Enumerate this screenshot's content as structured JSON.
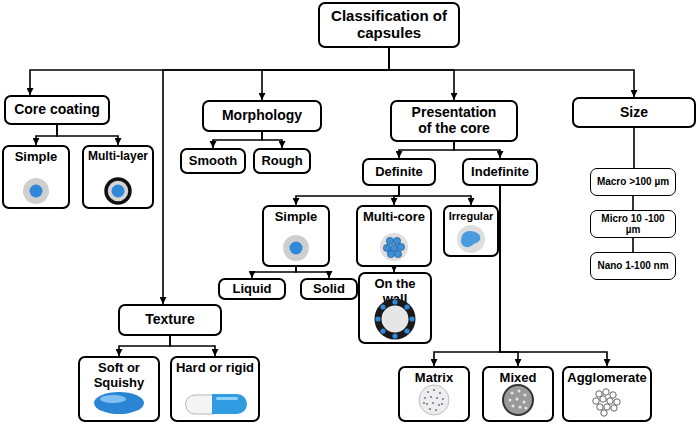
{
  "diagram": {
    "nodes": [
      {
        "text": [
          "Classification of capsules"
        ]
      },
      {
        "text": [
          "Core coating"
        ]
      },
      {
        "text": [
          "Morphology"
        ]
      },
      {
        "text": [
          "Presentation of the core"
        ]
      },
      {
        "text": [
          "Size"
        ]
      },
      {
        "text": [
          "Simple"
        ]
      },
      {
        "text": [
          "Multi-layer"
        ]
      },
      {
        "text": [
          "Smooth"
        ]
      },
      {
        "text": [
          "Rough"
        ]
      },
      {
        "text": [
          "Definite"
        ]
      },
      {
        "text": [
          "Indefinite"
        ]
      },
      {
        "text": [
          "Macro >100 µm"
        ]
      },
      {
        "text": [
          "Micro 10 -100 µm"
        ]
      },
      {
        "text": [
          "Nano 1-100 nm"
        ]
      },
      {
        "text": [
          "Simple"
        ]
      },
      {
        "text": [
          "Multi-core"
        ]
      },
      {
        "text": [
          "Irregular"
        ]
      },
      {
        "text": [
          "Liquid"
        ]
      },
      {
        "text": [
          "Solid"
        ]
      },
      {
        "text": [
          "On the wall"
        ]
      },
      {
        "text": [
          "Texture"
        ]
      },
      {
        "text": [
          "Soft or Squishy"
        ]
      },
      {
        "text": [
          "Hard or rigid"
        ]
      },
      {
        "text": [
          "Matrix"
        ]
      },
      {
        "text": [
          "Mixed"
        ]
      },
      {
        "text": [
          "Agglomerate"
        ]
      }
    ],
    "edges": [
      {
        "from": 0,
        "to": 1,
        "arrow": "to"
      },
      {
        "from": 0,
        "to": 2,
        "arrow": "to"
      },
      {
        "from": 0,
        "to": 3,
        "arrow": "to"
      },
      {
        "from": 0,
        "to": 4,
        "arrow": "to"
      },
      {
        "from": 0,
        "to": 20,
        "arrow": "to"
      },
      {
        "from": 1,
        "to": 5,
        "arrow": "to"
      },
      {
        "from": 1,
        "to": 6,
        "arrow": "to"
      },
      {
        "from": 2,
        "to": 7,
        "arrow": "to"
      },
      {
        "from": 2,
        "to": 8,
        "arrow": "to"
      },
      {
        "from": 3,
        "to": 9,
        "arrow": "to"
      },
      {
        "from": 3,
        "to": 10,
        "arrow": "to"
      },
      {
        "from": 4,
        "to": 11,
        "arrow": "none"
      },
      {
        "from": 11,
        "to": 12,
        "arrow": "none"
      },
      {
        "from": 12,
        "to": 13,
        "arrow": "none"
      },
      {
        "from": 9,
        "to": 14,
        "arrow": "to"
      },
      {
        "from": 9,
        "to": 15,
        "arrow": "to"
      },
      {
        "from": 9,
        "to": 16,
        "arrow": "to"
      },
      {
        "from": 14,
        "to": 17,
        "arrow": "to"
      },
      {
        "from": 14,
        "to": 18,
        "arrow": "to"
      },
      {
        "from": 15,
        "to": 19,
        "arrow": "to"
      },
      {
        "from": 10,
        "to": 23,
        "arrow": "to"
      },
      {
        "from": 10,
        "to": 24,
        "arrow": "to"
      },
      {
        "from": 10,
        "to": 25,
        "arrow": "to"
      },
      {
        "from": 20,
        "to": 21,
        "arrow": "to"
      },
      {
        "from": 20,
        "to": 22,
        "arrow": "to"
      }
    ]
  }
}
